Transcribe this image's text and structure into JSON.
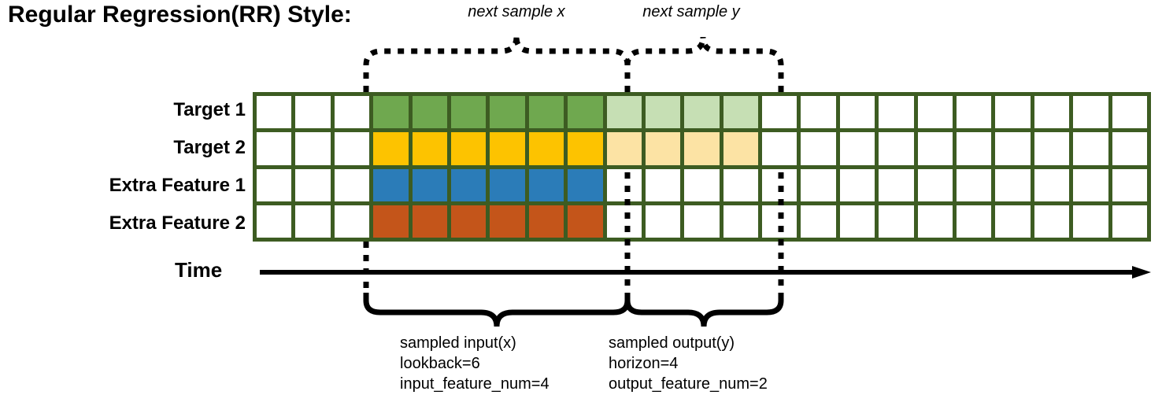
{
  "title": "Regular Regression(RR) Style:",
  "top_annotations": {
    "next_x": "next sample x",
    "next_y": "next sample y"
  },
  "rows": [
    {
      "label": "Target 1",
      "color_name": "green",
      "color": "#6fa84f",
      "light_color": "#c6dfb4"
    },
    {
      "label": "Target 2",
      "color_name": "gold",
      "color": "#fdc300",
      "light_color": "#fce3a4"
    },
    {
      "label": "Extra Feature 1",
      "color_name": "blue",
      "color": "#2b7cb8",
      "light_color": null
    },
    {
      "label": "Extra Feature 2",
      "color_name": "orange",
      "color": "#c4551a",
      "light_color": null
    }
  ],
  "grid": {
    "total_columns": 23,
    "total_rows": 4,
    "leading_blank_columns": 3,
    "input_columns": 6,
    "output_columns": 4,
    "trailing_blank_columns": 10,
    "border_color": "#3d5c22",
    "empty_cell_color": "#ffffff",
    "fill_map": [
      [
        "empty",
        "empty",
        "empty",
        "green",
        "green",
        "green",
        "green",
        "green",
        "green",
        "green-light",
        "green-light",
        "green-light",
        "green-light",
        "empty",
        "empty",
        "empty",
        "empty",
        "empty",
        "empty",
        "empty",
        "empty",
        "empty",
        "empty"
      ],
      [
        "empty",
        "empty",
        "empty",
        "gold",
        "gold",
        "gold",
        "gold",
        "gold",
        "gold",
        "gold-light",
        "gold-light",
        "gold-light",
        "gold-light",
        "empty",
        "empty",
        "empty",
        "empty",
        "empty",
        "empty",
        "empty",
        "empty",
        "empty",
        "empty"
      ],
      [
        "empty",
        "empty",
        "empty",
        "blue",
        "blue",
        "blue",
        "blue",
        "blue",
        "blue",
        "empty",
        "empty",
        "empty",
        "empty",
        "empty",
        "empty",
        "empty",
        "empty",
        "empty",
        "empty",
        "empty",
        "empty",
        "empty",
        "empty"
      ],
      [
        "empty",
        "empty",
        "empty",
        "orange",
        "orange",
        "orange",
        "orange",
        "orange",
        "orange",
        "empty",
        "empty",
        "empty",
        "empty",
        "empty",
        "empty",
        "empty",
        "empty",
        "empty",
        "empty",
        "empty",
        "empty",
        "empty",
        "empty"
      ]
    ]
  },
  "time_axis": {
    "label": "Time",
    "arrow": "right-arrow"
  },
  "bottom_annotations": {
    "input": {
      "title": "sampled input(x)",
      "line2": "lookback=6",
      "line3": "input_feature_num=4"
    },
    "output": {
      "title": "sampled output(y)",
      "line2": "horizon=4",
      "line3": "output_feature_num=2"
    }
  },
  "colors": {
    "grid_border": "#3d5c22",
    "target1": "#6fa84f",
    "target1_light": "#c6dfb4",
    "target2": "#fdc300",
    "target2_light": "#fce3a4",
    "extra_feature1": "#2b7cb8",
    "extra_feature2": "#c4551a",
    "line": "#000000"
  }
}
